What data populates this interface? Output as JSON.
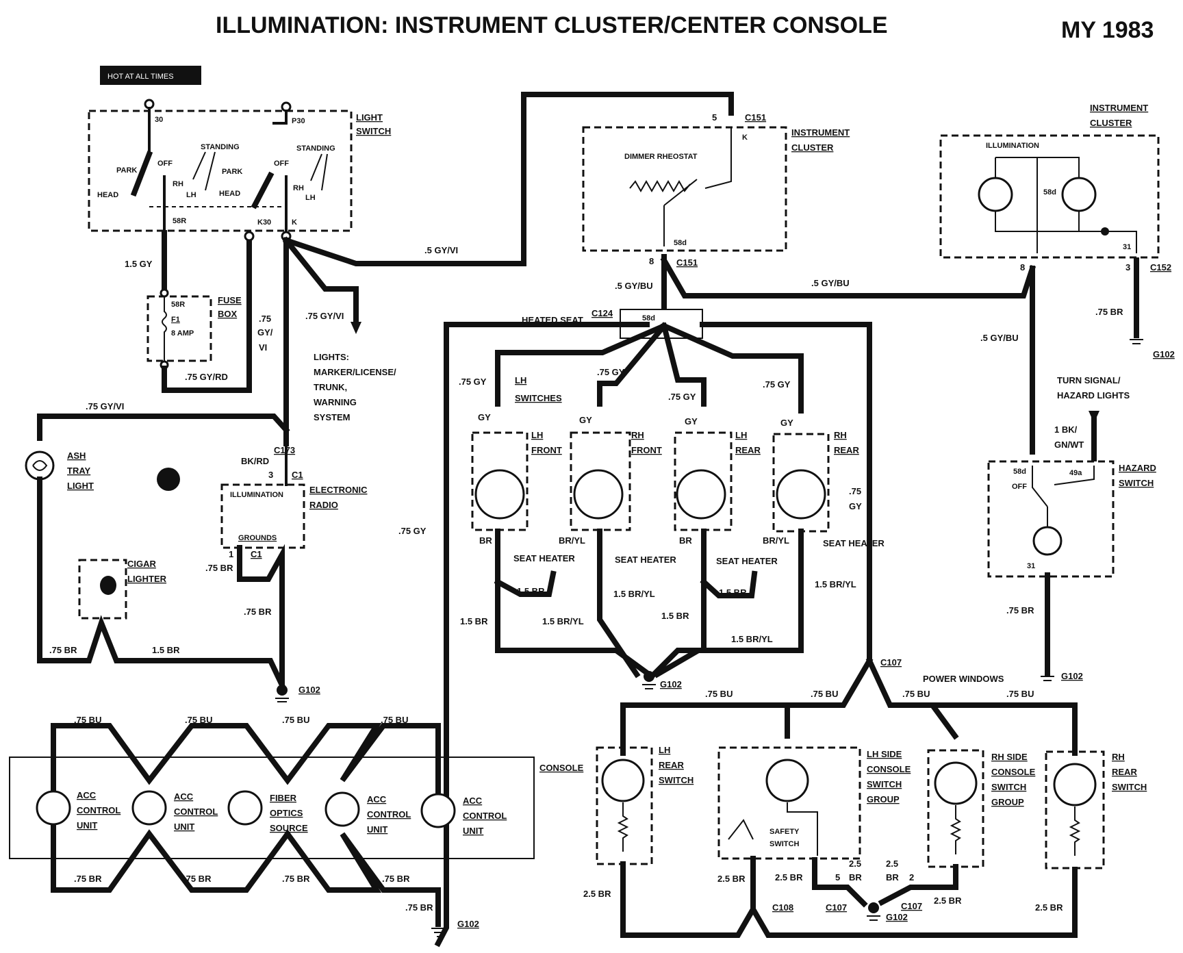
{
  "header": {
    "title": "ILLUMINATION: INSTRUMENT CLUSTER/CENTER CONSOLE",
    "model_year": "MY 1983"
  },
  "badge": "HOT AT ALL TIMES",
  "light_switch": {
    "name_line1": "LIGHT",
    "name_line2": "SWITCH",
    "term_30": "30",
    "term_p30": "P30",
    "term_58r": "58R",
    "term_k30": "K30",
    "term_k": "K",
    "park": "PARK",
    "head": "HEAD",
    "off": "OFF",
    "rh": "RH",
    "lh": "LH",
    "standing": "STANDING"
  },
  "fuse_box": {
    "name_line1": "FUSE",
    "name_line2": "BOX",
    "term": "58R",
    "fuse": "F1",
    "rating": "8 AMP"
  },
  "instrument_cluster_dimmer": {
    "name_line1": "INSTRUMENT",
    "name_line2": "CLUSTER",
    "rheostat": "DIMMER RHEOSTAT",
    "term_58d": "58d",
    "term_k": "K",
    "conn": "C151",
    "pin5": "5",
    "pin8": "8"
  },
  "instrument_cluster_illum": {
    "name_line1": "INSTRUMENT",
    "name_line2": "CLUSTER",
    "illumination": "ILLUMINATION",
    "term_58d": "58d",
    "term_31": "31",
    "conn": "C152",
    "pin8": "8",
    "pin3": "3"
  },
  "wires": {
    "w_15gy": "1.5 GY",
    "w_75gyrd": ".75 GY/RD",
    "w_75": ".75",
    "w_gy": "GY/",
    "w_vi": "VI",
    "w_5gyvi": ".5 GY/VI",
    "w_75gyvi_lights": ".75 GY/VI",
    "w_75gyvi_ash": ".75 GY/VI",
    "w_5gybu_top": ".5 GY/BU",
    "w_5gybu_left": ".5 GY/BU",
    "w_5gybu_right": ".5 GY/BU",
    "w_75br_g102_right": ".75 BR",
    "w_75br_hazard": ".75 BR",
    "w_bkrd": "BK/RD",
    "w_75br_radio": ".75 BR",
    "w_75br_radio2": ".75 BR",
    "w_75br_ash": ".75 BR",
    "w_15br_cigar": "1.5 BR",
    "w_75gy_long": ".75 GY",
    "w_1bkgnwt_1": "1 BK/",
    "w_1bkgnwt_2": "GN/WT"
  },
  "lights_note": {
    "line1": "LIGHTS:",
    "line2": "MARKER/LICENSE/",
    "line3": "TRUNK,",
    "line4": "WARNING",
    "line5": "SYSTEM"
  },
  "ash_tray": {
    "line1": "ASH",
    "line2": "TRAY",
    "line3": "LIGHT"
  },
  "cigar": {
    "line1": "CIGAR",
    "line2": "LIGHTER"
  },
  "radio": {
    "name_line1": "ELECTRONIC",
    "name_line2": "RADIO",
    "illumination": "ILLUMINATION",
    "grounds": "GROUNDS",
    "c173": "C173",
    "c1": "C1",
    "c1b": "C1",
    "pin3": "3",
    "pin1": "1"
  },
  "grounds": {
    "g102": "G102"
  },
  "heated_seats": {
    "header_line1": "HEATED SEAT",
    "header_line2": "SWITCHES",
    "c124": "C124",
    "c124_term": "58d",
    "switches": [
      {
        "name1": "LH",
        "name2": "FRONT",
        "top_wire": ".75 GY",
        "gy": "GY",
        "bottom_wire": "BR",
        "heater": "SEAT HEATER",
        "heater_wire": "1.5 BR",
        "ground_wire": "1.5 BR"
      },
      {
        "name1": "RH",
        "name2": "FRONT",
        "top_wire": ".75 GY",
        "gy": "GY",
        "bottom_wire": "BR/YL",
        "heater": "SEAT HEATER",
        "heater_wire": "1.5 BR/YL",
        "ground_wire": "1.5 BR/YL"
      },
      {
        "name1": "LH",
        "name2": "REAR",
        "top_wire": ".75 GY",
        "gy": "GY",
        "bottom_wire": "BR",
        "heater": "SEAT HEATER",
        "heater_wire": "1.5 BR",
        "ground_wire": "1.5 BR"
      },
      {
        "name1": "RH",
        "name2": "REAR",
        "top_wire": ".75 GY",
        "gy": "GY",
        "bottom_wire": "BR/YL",
        "heater": "SEAT HEATER",
        "heater_wire": "1.5 BR/YL",
        "ground_wire": "1.5 BR/YL"
      }
    ],
    "rr_side_75": ".75",
    "rr_side_gy": "GY"
  },
  "hazard": {
    "turn_line1": "TURN SIGNAL/",
    "turn_line2": "HAZARD LIGHTS",
    "name_line1": "HAZARD",
    "name_line2": "SWITCH",
    "term_58d": "58d",
    "term_49a": "49a",
    "term_31": "31",
    "off": "OFF"
  },
  "console": {
    "label": "CONSOLE",
    "units": [
      {
        "line1": "ACC",
        "line2": "CONTROL",
        "line3": "UNIT"
      },
      {
        "line1": "ACC",
        "line2": "CONTROL",
        "line3": "UNIT"
      },
      {
        "line1": "FIBER",
        "line2": "OPTICS",
        "line3": "SOURCE"
      },
      {
        "line1": "ACC",
        "line2": "CONTROL",
        "line3": "UNIT"
      },
      {
        "line1": "ACC",
        "line2": "CONTROL",
        "line3": "UNIT"
      }
    ],
    "top_wires": [
      ".75 BU",
      ".75 BU",
      ".75 BU",
      ".75 BU"
    ],
    "bottom_wires": [
      ".75 BR",
      ".75 BR",
      ".75 BR",
      ".75 BR"
    ],
    "ground_wire": ".75 BR"
  },
  "power_windows": {
    "title": "POWER WINDOWS",
    "c107": "C107",
    "c108": "C108",
    "c107b": "C107",
    "c107c": "C107",
    "bu_wires": [
      ".75 BU",
      ".75 BU",
      ".75 BU",
      ".75 BU"
    ],
    "lh_rear_1": "LH",
    "lh_rear_2": "REAR",
    "lh_rear_3": "SWITCH",
    "lh_side_1": "LH SIDE",
    "lh_side_2": "CONSOLE",
    "lh_side_3": "SWITCH",
    "lh_side_4": "GROUP",
    "rh_side_1": "RH SIDE",
    "rh_side_2": "CONSOLE",
    "rh_side_3": "SWITCH",
    "rh_side_4": "GROUP",
    "rh_rear_1": "RH",
    "rh_rear_2": "REAR",
    "rh_rear_3": "SWITCH",
    "safety_1": "SAFETY",
    "safety_2": "SWITCH",
    "w_25br_a": "2.5 BR",
    "w_25br_b": "2.5 BR",
    "w_25br_c": "2.5 BR",
    "w_25br_d": "2.5 BR",
    "w_25br_e": "2.5 BR",
    "w_25_1": "2.5",
    "w_br_1": "BR",
    "w_25_2": "2.5",
    "w_br_2": "BR",
    "pin5": "5",
    "pin2": "2"
  }
}
